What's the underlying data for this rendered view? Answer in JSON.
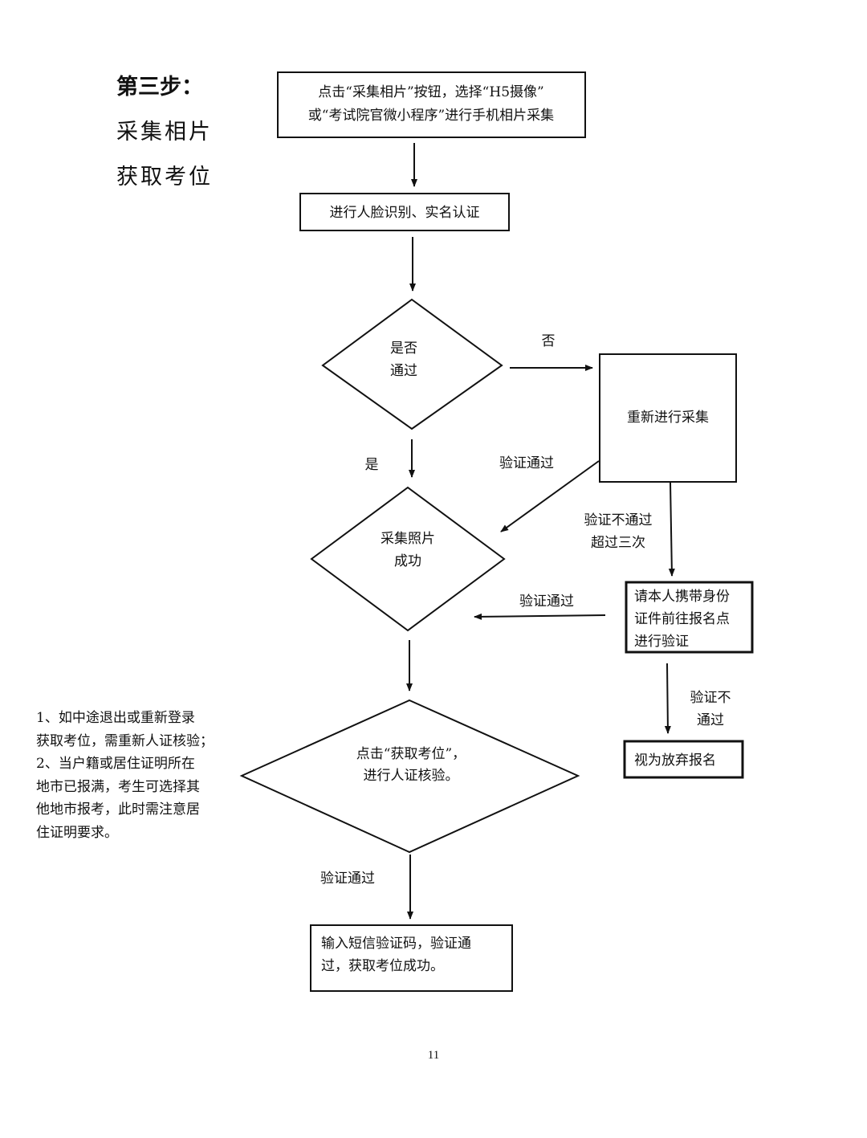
{
  "step": {
    "title": "第三步：",
    "subtitle_1": "采集相片",
    "subtitle_2": "获取考位"
  },
  "nodes": {
    "start": {
      "line1": "点击“采集相片”按钮，选择“H5摄像”",
      "line2": "或“考试院官微小程序”进行手机相片采集"
    },
    "face_verify": {
      "line1": "进行人脸识别、实名认证"
    },
    "pass_decision": {
      "line1": "是否",
      "line2": "通过"
    },
    "recollect": {
      "line1": "重新进行采集"
    },
    "collect_success": {
      "line1": "采集照片",
      "line2": "成功"
    },
    "onsite_verify": {
      "line1": "请本人携带身份",
      "line2": "证件前往报名点",
      "line3": "进行验证"
    },
    "abandon": {
      "line1": "视为放弃报名"
    },
    "get_seat": {
      "line1": "点击“获取考位”，",
      "line2": "进行人证核验。"
    },
    "sms_verify": {
      "line1": "输入短信验证码，验证通",
      "line2": "过，获取考位成功。"
    }
  },
  "edge_labels": {
    "no": "否",
    "yes": "是",
    "recollect_pass": "验证通过",
    "recollect_fail_line1": "验证不通过",
    "recollect_fail_line2": "超过三次",
    "onsite_pass": "验证通过",
    "onsite_fail_line1": "验证不",
    "onsite_fail_line2": "通过",
    "seat_pass": "验证通过"
  },
  "note": {
    "lines": [
      "1、如中途退出或重新登录",
      "获取考位，需重新人证核验；",
      "2、当户籍或居住证明所在",
      "地市已报满，考生可选择其",
      "他地市报考，此时需注意居",
      "住证明要求。"
    ]
  },
  "page_number": "11"
}
